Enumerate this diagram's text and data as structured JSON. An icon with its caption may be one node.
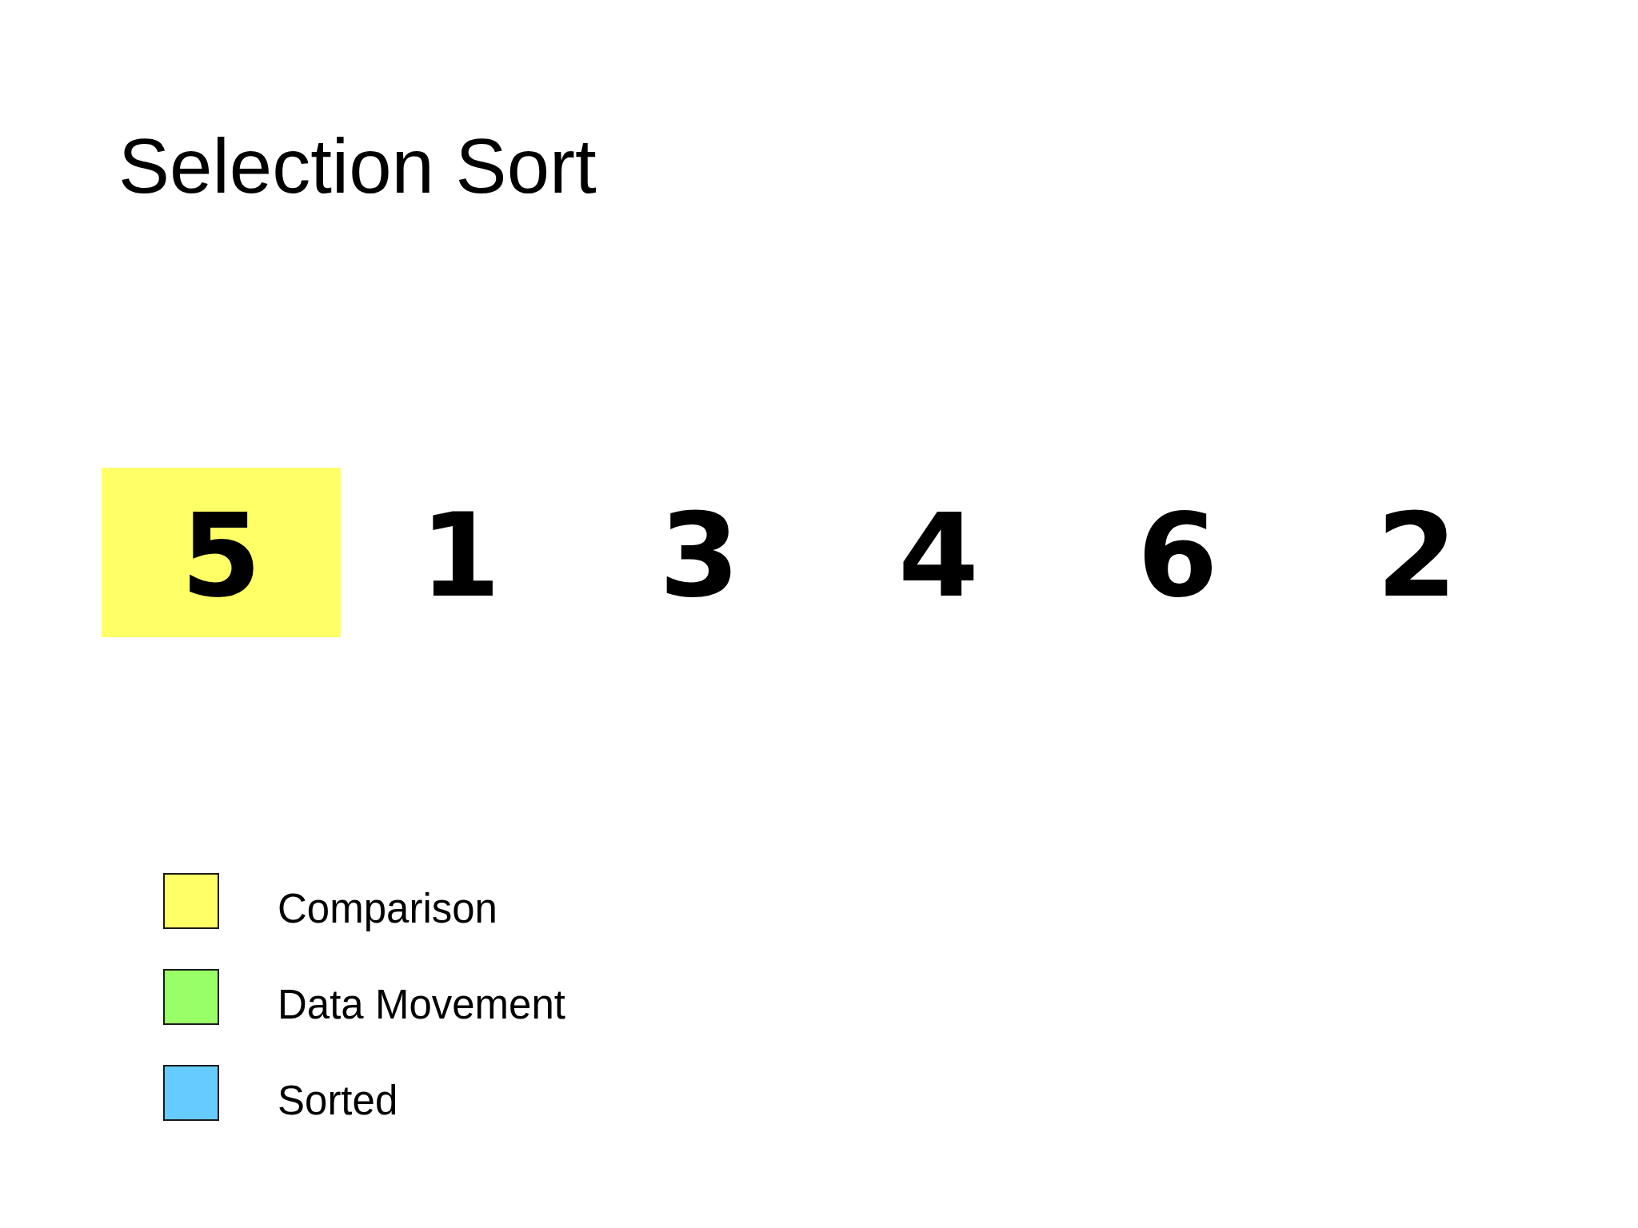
{
  "diagram": {
    "title": "Selection Sort",
    "nodes": [
      {
        "text": [
          "5"
        ]
      },
      {
        "text": [
          "1"
        ]
      },
      {
        "text": [
          "3"
        ]
      },
      {
        "text": [
          "4"
        ]
      },
      {
        "text": [
          "6"
        ]
      },
      {
        "text": [
          "2"
        ]
      }
    ],
    "legend": [
      {
        "text": "Comparison",
        "color": "#ffff66"
      },
      {
        "text": "Data Movement",
        "color": "#99ff66"
      },
      {
        "text": "Sorted",
        "color": "#66ccff"
      }
    ]
  }
}
